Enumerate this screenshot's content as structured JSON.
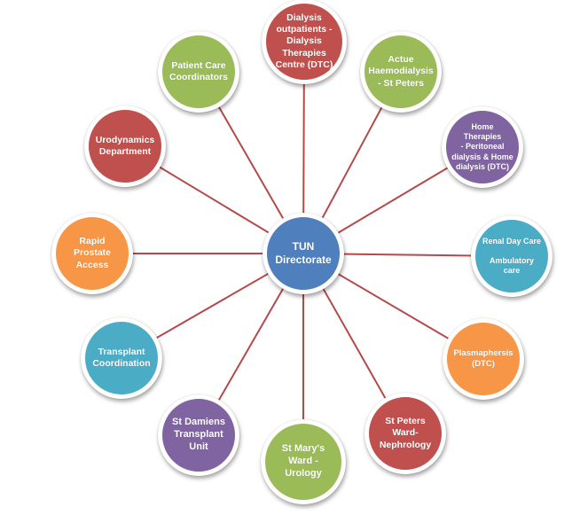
{
  "center": {
    "label": "TUN\nDirectorate",
    "color": "#4f7fbd"
  },
  "nodes": [
    {
      "id": "dialysis-outpatients",
      "label": "Dialysis\noutpatients -\nDialysis\nTherapies\nCentre (DTC)",
      "color": "#c0504d"
    },
    {
      "id": "actue-haemodialysis",
      "label": "Actue\nHaemodialysis\n- St Peters",
      "color": "#9bbb59"
    },
    {
      "id": "home-therapies",
      "label": "Home Therapies\n- Peritoneal\ndialysis & Home\ndialysis (DTC)",
      "color": "#8064a2"
    },
    {
      "id": "renal-day-care",
      "label": "Renal Day Care\n\nAmbulatory\ncare",
      "color": "#4bacc6"
    },
    {
      "id": "plasmapheresis",
      "label": "Plasmaphersis\n(DTC)",
      "color": "#f79646"
    },
    {
      "id": "st-peters-ward",
      "label": "St Peters\nWard-\nNephrology",
      "color": "#c0504d"
    },
    {
      "id": "st-marys-ward",
      "label": "St Mary's\nWard -\nUrology",
      "color": "#9bbb59"
    },
    {
      "id": "st-damiens",
      "label": "St Damiens\nTransplant\nUnit",
      "color": "#8064a2"
    },
    {
      "id": "transplant-coordination",
      "label": "Transplant\nCoordination",
      "color": "#4bacc6"
    },
    {
      "id": "rapid-prostate",
      "label": "Rapid\nProstate\nAccess",
      "color": "#f79646"
    },
    {
      "id": "urodynamics",
      "label": "Urodynamics\nDepartment",
      "color": "#c0504d"
    },
    {
      "id": "patient-care",
      "label": "Patient Care\nCoordinators",
      "color": "#9bbb59"
    }
  ]
}
